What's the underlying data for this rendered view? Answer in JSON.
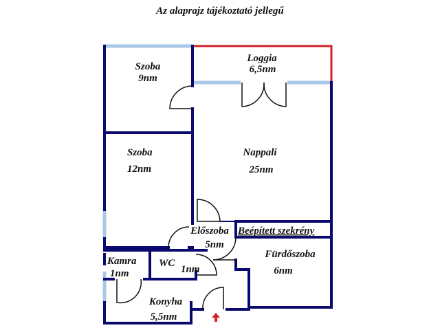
{
  "title": "Az alaprajz tájékoztató jellegű",
  "colors": {
    "wall": "#0a0a6e",
    "window": "#a9c7e6",
    "loggia_rail": "#d0202a",
    "entrance_arrow": "#d0202a"
  },
  "rooms": [
    {
      "name": "Szoba",
      "area": "9nm"
    },
    {
      "name": "Loggia",
      "area": "6,5nm"
    },
    {
      "name": "Szoba",
      "area": "12nm"
    },
    {
      "name": "Nappali",
      "area": "25nm"
    },
    {
      "name": "Előszoba",
      "area": "5nm"
    },
    {
      "name": "Beépített szekrény",
      "area": ""
    },
    {
      "name": "Fürdőszoba",
      "area": "6nm"
    },
    {
      "name": "Kamra",
      "area": "1nm"
    },
    {
      "name": "WC",
      "area": "1nm"
    },
    {
      "name": "Konyha",
      "area": "5,5nm"
    }
  ],
  "icons": {
    "entrance": "entrance-arrow-icon"
  }
}
